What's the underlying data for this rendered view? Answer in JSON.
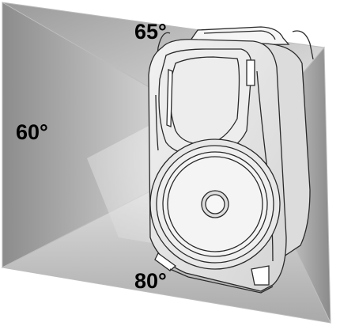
{
  "diagram": {
    "labels": {
      "top_angle": "65°",
      "left_angle": "60°",
      "bottom_angle": "80°"
    },
    "colors": {
      "background": "#ffffff",
      "panel_dark": "#8e8e8e",
      "panel_light": "#f2f2f2",
      "outline": "#2a2a2a",
      "speaker_body": "#e9e9e9"
    }
  }
}
